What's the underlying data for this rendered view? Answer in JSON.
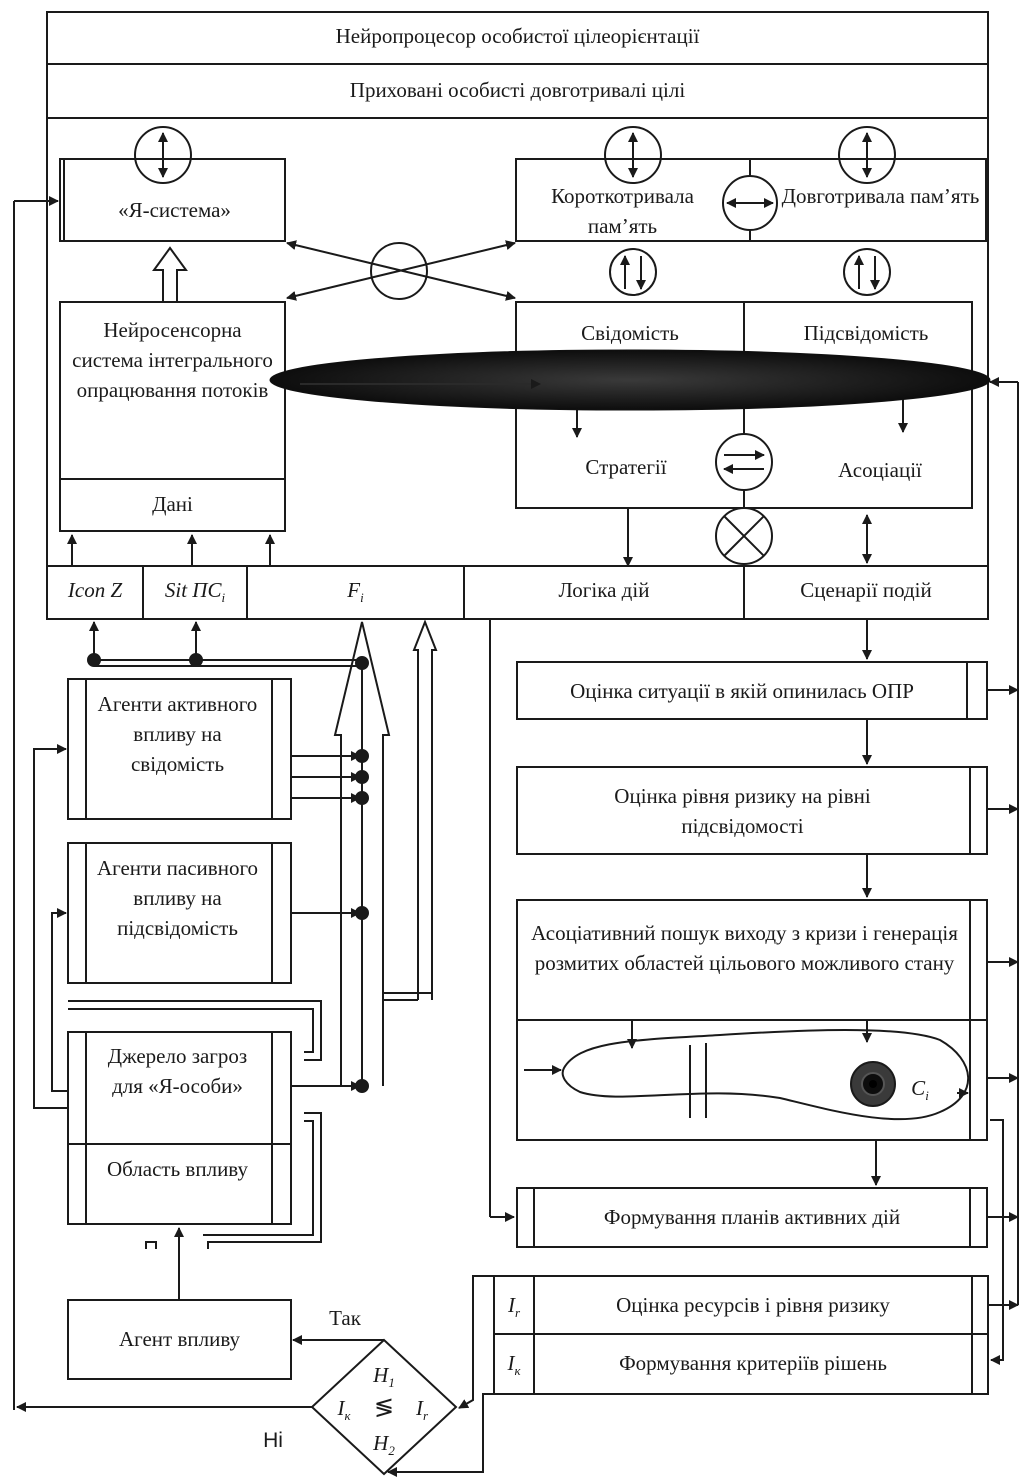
{
  "header": {
    "title": "Нейропроцесор особистої цілеорієнтації",
    "subtitle": "Приховані особисті довготривалі цілі"
  },
  "blocks": {
    "ya_system": "«Я-система»",
    "short_memory": "Короткотривала пам’ять",
    "long_memory": "Довготривала пам’ять",
    "neuro_sensor": "Нейросенсорна система інтегрального опрацювання потоків",
    "data": "Дані",
    "consciousness": "Свідомість",
    "subconscious": "Підсвідомість",
    "strategies": "Стратегії",
    "associations": "Асоціації"
  },
  "bottom_row": {
    "icon_z": "Icon Z",
    "sit_pc_main": "Sit ПС",
    "sit_pc_sub": "i",
    "f_main": "F",
    "f_sub": "i",
    "logic": "Логіка дій",
    "scenarios": "Сценарії подій"
  },
  "agents": {
    "active": "Агенти активного впливу на свідомість",
    "passive": "Агенти пасивного впливу на підсвідомість",
    "threat_source": "Джерело загроз для «Я-особи»",
    "influence_area": "Область впливу",
    "influence_agent": "Агент впливу"
  },
  "process": {
    "situation": "Оцінка ситуації в якій опинилась ОПР",
    "risk_level": "Оцінка рівня ризику на рівні підсвідомості",
    "assoc_search": "Асоціативний пошук виходу з кризи і генерація розмитих областей цільового можливого стану",
    "ci_main": "C",
    "ci_sub": "i",
    "plans": "Формування планів активних дій",
    "resources": "Оцінка ресурсів і рівня ризику",
    "criteria": "Формування критеріїв рішень",
    "ir_main": "I",
    "ir_sub": "r",
    "ik_main": "I",
    "ik_sub": "к"
  },
  "decision": {
    "h1": "H",
    "h1_sub": "1",
    "h2": "H",
    "h2_sub": "2",
    "ik": "I",
    "ik_sub": "к",
    "ir": "I",
    "ir_sub": "r",
    "op": "≶",
    "yes": "Так",
    "no": "Ні"
  }
}
